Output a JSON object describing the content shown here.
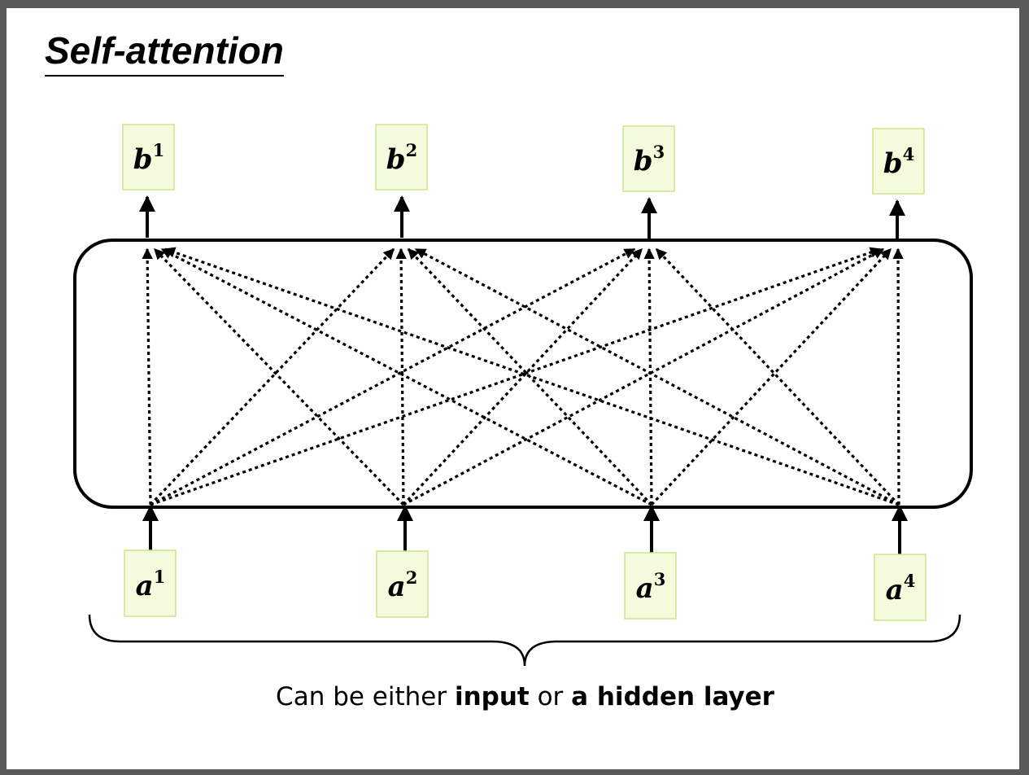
{
  "title": "Self-attention",
  "nodes": {
    "outputs": [
      {
        "base": "b",
        "sup": "1"
      },
      {
        "base": "b",
        "sup": "2"
      },
      {
        "base": "b",
        "sup": "3"
      },
      {
        "base": "b",
        "sup": "4"
      }
    ],
    "inputs": [
      {
        "base": "a",
        "sup": "1"
      },
      {
        "base": "a",
        "sup": "2"
      },
      {
        "base": "a",
        "sup": "3"
      },
      {
        "base": "a",
        "sup": "4"
      }
    ]
  },
  "caption": {
    "part1": "Can be either ",
    "bold1": "input",
    "part2": " or ",
    "bold2": "a hidden layer"
  },
  "colors": {
    "node_fill": "#f4fbdc",
    "node_border": "#c9e58a",
    "line": "#000000",
    "frame": "#5a5a5a"
  }
}
